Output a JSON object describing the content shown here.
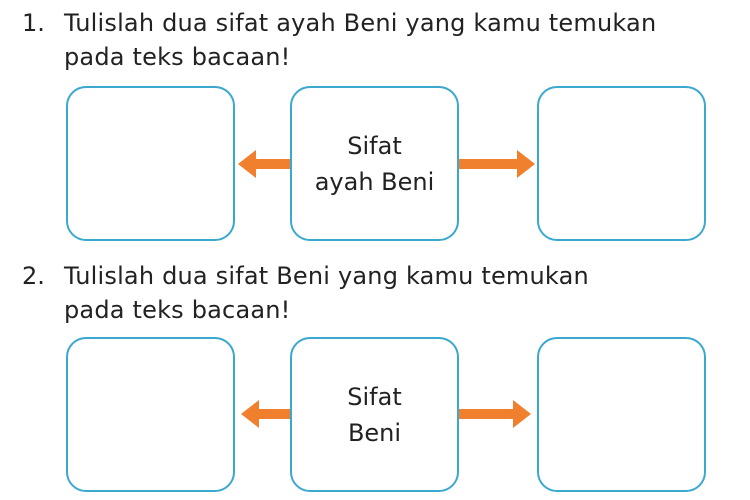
{
  "colors": {
    "box_border": "#3ba8cf",
    "arrow": "#f07f2e",
    "text": "#222222"
  },
  "questions": [
    {
      "number": "1.",
      "line1": "Tulislah dua sifat ayah Beni yang kamu temukan",
      "line2": "pada teks bacaan!",
      "center_line1": "Sifat",
      "center_line2": "ayah Beni",
      "left_answer": "",
      "right_answer": ""
    },
    {
      "number": "2.",
      "line1": "Tulislah dua sifat Beni yang kamu temukan",
      "line2": "pada teks bacaan!",
      "center_line1": "Sifat",
      "center_line2": "Beni",
      "left_answer": "",
      "right_answer": ""
    }
  ]
}
